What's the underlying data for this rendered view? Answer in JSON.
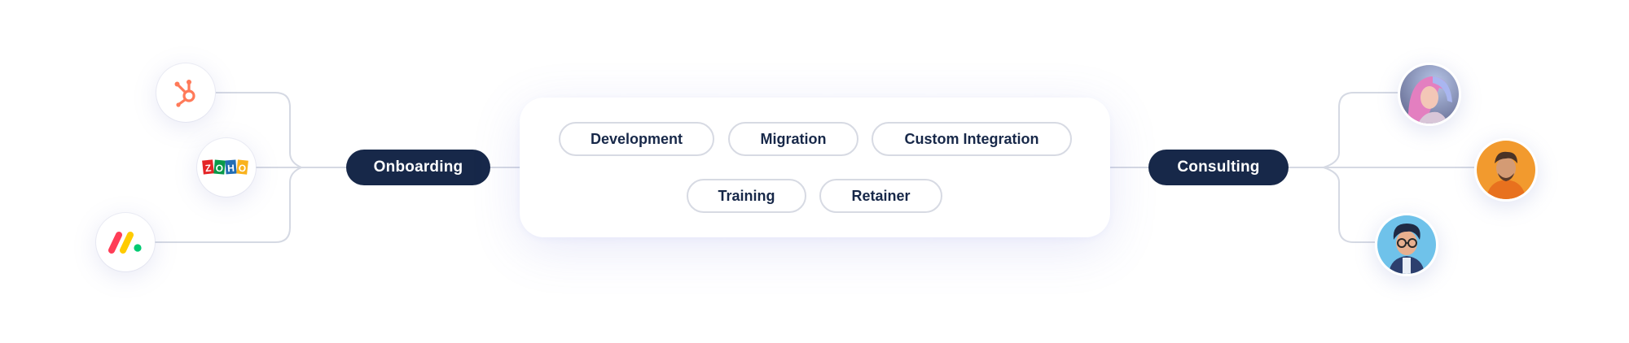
{
  "left_node": {
    "label": "Onboarding"
  },
  "right_node": {
    "label": "Consulting"
  },
  "services": [
    {
      "label": "Development"
    },
    {
      "label": "Migration"
    },
    {
      "label": "Custom Integration"
    },
    {
      "label": "Training"
    },
    {
      "label": "Retainer"
    }
  ],
  "integrations": [
    {
      "icon": "hubspot-icon",
      "color": "#ff7a59"
    },
    {
      "icon": "zoho-icon",
      "text": "ZOHO",
      "colors": [
        "#e42527",
        "#089949",
        "#226db4",
        "#f9b21d"
      ]
    },
    {
      "icon": "monday-icon",
      "colors": [
        "#ff3d57",
        "#ffcb00",
        "#00ca72"
      ]
    }
  ],
  "consultants": [
    {
      "icon": "avatar-woman-pink-hair"
    },
    {
      "icon": "avatar-man-orange-hoodie"
    },
    {
      "icon": "avatar-boy-glasses"
    }
  ],
  "colors": {
    "dark_pill": "#172849",
    "connector": "#d5d9e3",
    "chip_border": "#d7dae3"
  }
}
